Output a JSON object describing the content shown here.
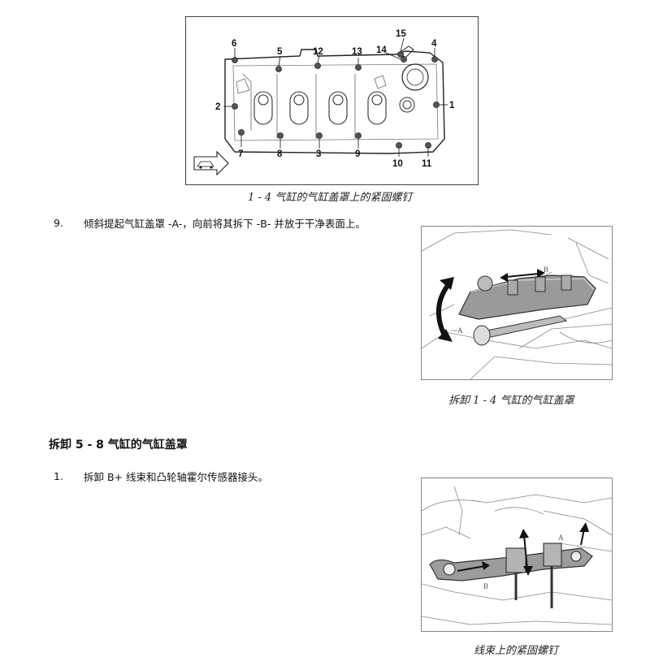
{
  "figure1": {
    "callouts": [
      "1",
      "2",
      "3",
      "4",
      "5",
      "6",
      "7",
      "8",
      "9",
      "10",
      "11",
      "12",
      "13",
      "14",
      "15"
    ],
    "caption": "1 - 4 气缸的气缸盖罩上的紧固螺钉"
  },
  "step9": {
    "number": "9.",
    "text": "倾斜提起气缸盖罩 -A-，向前将其拆下 -B- 并放于干净表面上。"
  },
  "figure2": {
    "labels": [
      "A",
      "B"
    ],
    "caption": "拆卸 1 - 4 气缸的气缸盖罩"
  },
  "section": {
    "heading": "拆卸 5 - 8 气缸的气缸盖罩"
  },
  "step1": {
    "number": "1.",
    "text": "拆卸 B+ 线束和凸轮轴霍尔传感器接头。"
  },
  "figure3": {
    "labels": [
      "A",
      "B"
    ],
    "caption": "线束上的紧固螺钉"
  }
}
